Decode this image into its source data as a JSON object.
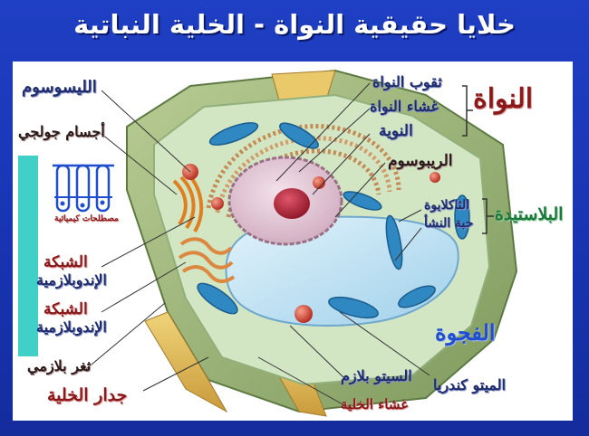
{
  "title": "خلايا حقيقية النواة - الخلية النباتية",
  "logo": {
    "caption": "مصطلحات كيميائية"
  },
  "labels": {
    "lysosome": "الليسوسوم",
    "golgi": "أجسام جولجي",
    "er1_line1": "الشبكة",
    "er1_line2": "الإندوبلازمية",
    "er2_line1": "الشبكة",
    "er2_line2": "الإندوبلازمية",
    "plasmodesma": "ثغر بلازمي",
    "cell_wall": "جدار الخلية",
    "nuclear_pores": "ثقوب النواة",
    "nuclear_membrane": "غشاء النواة",
    "nucleolus": "النوية",
    "nucleus": "النواة",
    "ribosome": "الريبوسوم",
    "thylakoid": "الثاكلايوة",
    "starch_grain": "حبة النشأ",
    "plastid": "البلاستيدة",
    "vacuole": "الفجوة",
    "mitochondria": "الميتو كندريا",
    "cytoplasm": "السيتو بلازم",
    "cell_membrane": "غشاء الخلية"
  },
  "colors": {
    "background": "#1f3fc4",
    "cell_wall": "#9fb87a",
    "cytoplasm": "#cfe2c0",
    "vacuole": "#bfe3f5",
    "nucleus": "#e7ccd9",
    "nucleolus": "#b8283c",
    "golgi": "#e58a2a",
    "er": "#d69b6a",
    "chloroplast": "#2f88c2",
    "lysosome": "#d84a3a"
  }
}
